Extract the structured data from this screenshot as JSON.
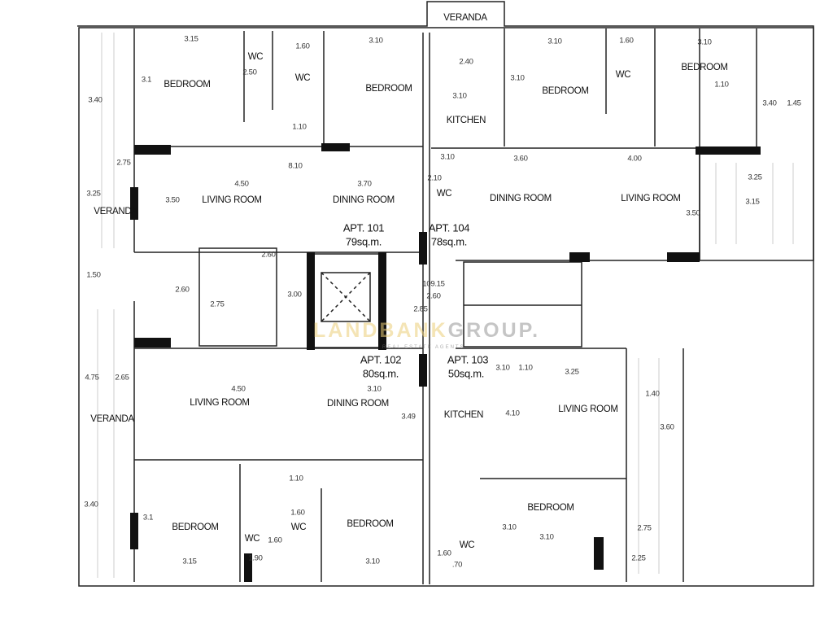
{
  "plan": {
    "logo": {
      "part1": "LANDBANK",
      "part2": "GROUP.",
      "tagline": "REAL ESTATE AGENTS"
    },
    "apartments": [
      {
        "name": "APT. 101",
        "area": "79sq.m."
      },
      {
        "name": "APT. 104",
        "area": "78sq.m."
      },
      {
        "name": "APT. 102",
        "area": "80sq.m."
      },
      {
        "name": "APT. 103",
        "area": "50sq.m."
      }
    ],
    "rooms": [
      "BEDROOM",
      "BEDROOM",
      "WC",
      "WC",
      "LIVING ROOM",
      "DINING ROOM",
      "VERANDA",
      "VERANDA",
      "KITCHEN",
      "BEDROOM",
      "BEDROOM",
      "WC",
      "WC",
      "DINING ROOM",
      "LIVING ROOM",
      "LIVING ROOM",
      "DINING ROOM",
      "KITCHEN",
      "LIVING ROOM",
      "VERANDA",
      "BEDROOM",
      "BEDROOM",
      "WC",
      "WC",
      "BEDROOM",
      "WC"
    ],
    "dimensions": [
      "3.15",
      "1.60",
      "3.10",
      "2.50",
      "3.1",
      "1.10",
      "3.40",
      "2.75",
      "8.10",
      "4.50",
      "3.70",
      "3.50",
      "3.25",
      "1.50",
      "2.60",
      "2.60",
      "3.00",
      "2.75",
      "109.15",
      "2.60",
      "2.85",
      "2.40",
      "3.10",
      "3.10",
      "1.60",
      "3.10",
      "3.10",
      "1.10",
      "3.40",
      "1.45",
      "3.10",
      "2.10",
      "3.60",
      "4.00",
      "3.50",
      "3.25",
      "3.15",
      "3.10",
      "1.10",
      "3.25",
      "1.40",
      "4.75",
      "2.65",
      "4.50",
      "3.10",
      "3.49",
      "4.10",
      "3.60",
      "1.10",
      "3.40",
      "3.1",
      "1.60",
      "1.60",
      "3.10",
      "3.10",
      "2.75",
      "1.60",
      ".70",
      "2.25",
      "3.15",
      "1.90",
      "3.10"
    ]
  }
}
